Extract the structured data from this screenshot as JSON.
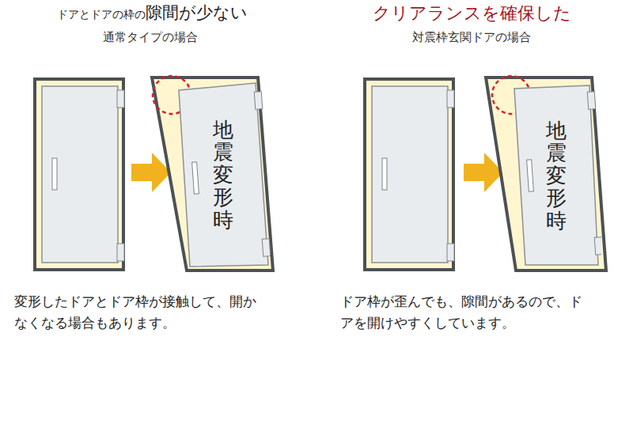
{
  "diagram": {
    "nodes": [
      {
        "text": [
          "地震変形時"
        ]
      },
      {
        "text": [
          "地震変形時"
        ]
      }
    ],
    "labels": [
      "ドアとドアの枠の",
      "隙間が少ない",
      "通常タイプの場合",
      "クリアランスを確保した",
      "対震枠玄関ドアの場合",
      "変形したドアとドア枠が接触して、開かなくなる場合もあります。",
      "ドア枠が歪んでも、隙間があるので、ドアを開けやすくしています。"
    ]
  }
}
